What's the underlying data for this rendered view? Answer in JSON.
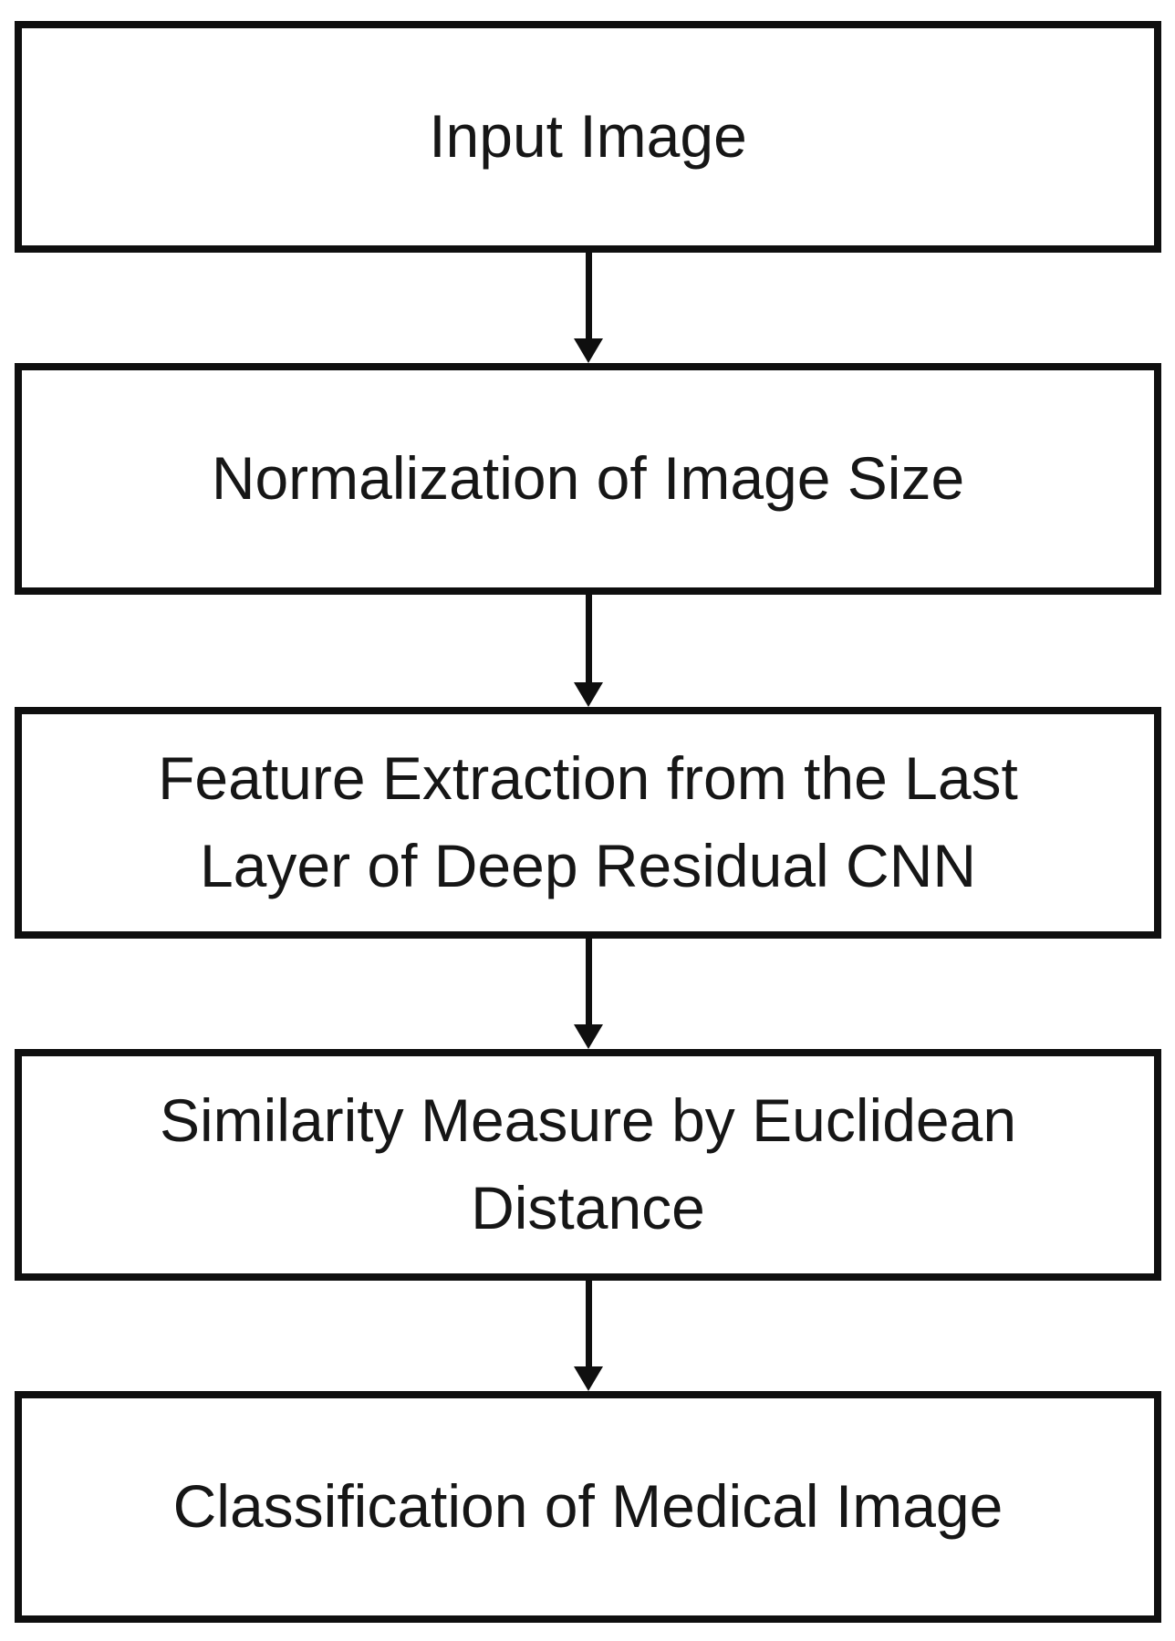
{
  "diagram": {
    "type": "flowchart",
    "description": "Vertical flowchart of a medical image classification pipeline using a deep residual CNN",
    "colors": {
      "stroke": "#0f0f0f",
      "node_fill": "#ffffff",
      "background": "#ffffff",
      "text": "#161616"
    },
    "nodes": [
      {
        "id": "input-image",
        "label": "Input Image"
      },
      {
        "id": "normalization",
        "label": "Normalization of Image Size"
      },
      {
        "id": "feature-extraction",
        "label": "Feature Extraction from the Last Layer of Deep Residual CNN"
      },
      {
        "id": "similarity-measure",
        "label": "Similarity Measure by Euclidean Distance"
      },
      {
        "id": "classification",
        "label": "Classification of Medical Image"
      }
    ],
    "edges": [
      {
        "from": "input-image",
        "to": "normalization",
        "direction": "down"
      },
      {
        "from": "normalization",
        "to": "feature-extraction",
        "direction": "down"
      },
      {
        "from": "feature-extraction",
        "to": "similarity-measure",
        "direction": "down"
      },
      {
        "from": "similarity-measure",
        "to": "classification",
        "direction": "down"
      }
    ]
  }
}
